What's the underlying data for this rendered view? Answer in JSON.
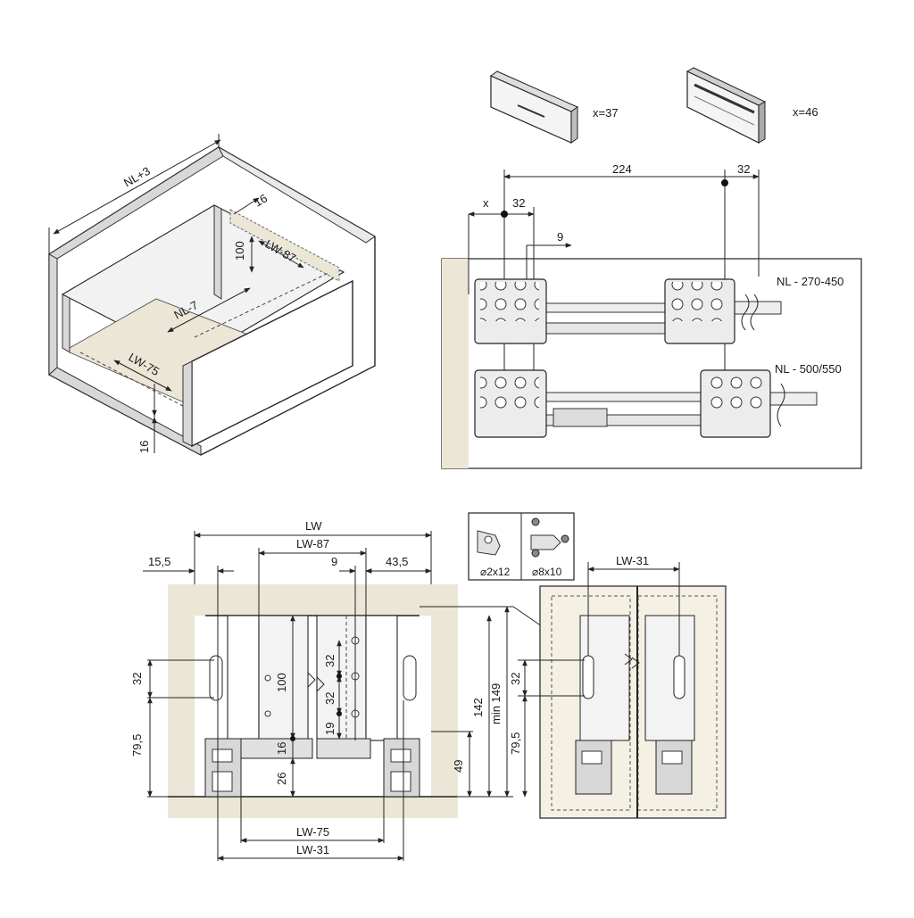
{
  "iso": {
    "nl3": "NL+3",
    "d16a": "16",
    "d100": "100",
    "lw87": "LW-87",
    "nl7": "NL-7",
    "lw75": "LW-75",
    "d16b": "16"
  },
  "fronts": {
    "x37": "x=37",
    "x46": "x=46"
  },
  "rails": {
    "x": "x",
    "d32a": "32",
    "d224": "224",
    "d32b": "32",
    "d9": "9",
    "nl1": "NL - 270-450",
    "nl2": "NL - 500/550"
  },
  "front": {
    "lw": "LW",
    "lw87": "LW-87",
    "d15": "15,5",
    "d9": "9",
    "d435": "43,5",
    "d32l": "32",
    "d795l": "79,5",
    "d100": "100",
    "d16": "16",
    "d26": "26",
    "d32m1": "32",
    "d32m2": "32",
    "d19": "19",
    "d49": "49",
    "d142": "142",
    "min149": "min 149",
    "lw75": "LW-75",
    "lw31": "LW-31"
  },
  "inset": {
    "d2x12": "⌀2x12",
    "d8x10": "⌀8x10"
  },
  "side": {
    "lw31": "LW-31",
    "d32": "32",
    "d795": "79,5"
  },
  "colors": {
    "beige": "#ece6d6",
    "panel": "#f7f3ea",
    "line": "#222222"
  }
}
